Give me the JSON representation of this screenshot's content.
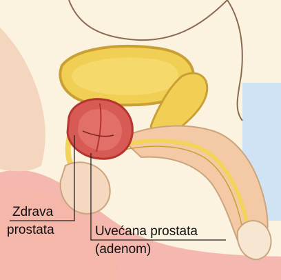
{
  "labels": {
    "healthy": [
      "Zdrava",
      "prostata"
    ],
    "enlarged": [
      "Uvećana prostata",
      "(adenom)"
    ]
  },
  "colors": {
    "background": "#fbf2df",
    "skin": "#f3c9a6",
    "tissue_pink": "#f2a4a0",
    "bladder_fill": "#f1cf55",
    "bladder_rim": "#c9a034",
    "prostate": "#d85a55",
    "prostate_dark": "#b5342e",
    "urethra_yellow": "#f2d35c",
    "blue_panel": "#cfe3f5",
    "leader_line": "#222222"
  }
}
